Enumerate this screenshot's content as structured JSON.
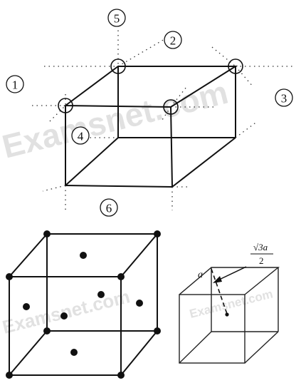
{
  "figure_top": {
    "position_labels": [
      "1",
      "2",
      "3",
      "4",
      "5",
      "6"
    ]
  },
  "figure_bottom_right": {
    "edge_label": "a",
    "distance_label_numerator": "√3a",
    "distance_label_denominator": "2"
  },
  "watermark": {
    "text": "Examsnet.com"
  }
}
